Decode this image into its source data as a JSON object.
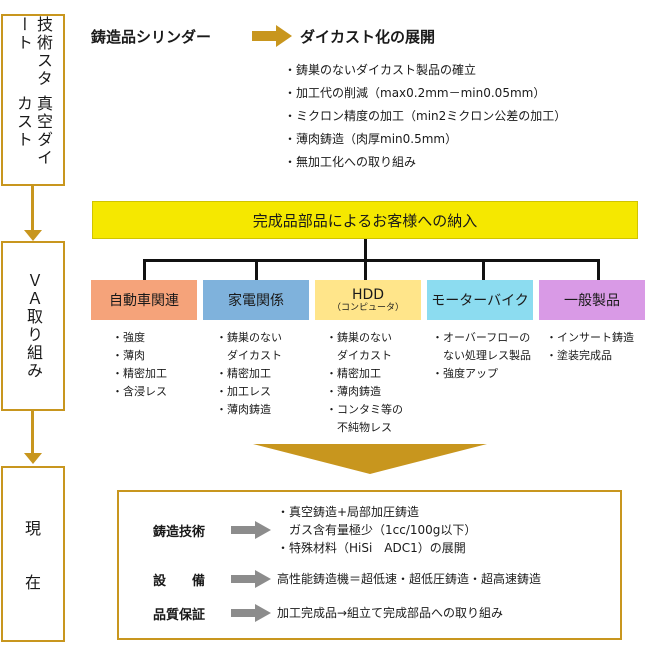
{
  "stages": [
    {
      "label_lines": [
        "真空ダイカスト",
        "技術スタート"
      ]
    },
    {
      "label": "ＶＡ取り組み"
    },
    {
      "label_lines": [
        "現",
        "在"
      ]
    }
  ],
  "transition": {
    "from": "鋳造品シリンダー",
    "to": "ダイカスト化の展開"
  },
  "early_points": [
    "・鋳巣のないダイカスト製品の確立",
    "・加工代の削減（max0.2mm－min0.05mm）",
    "・ミクロン精度の加工（min2ミクロン公差の加工）",
    "・薄肉鋳造（肉厚min0.5mm）",
    "・無加工化への取り組み"
  ],
  "banner": "完成品部品によるお客様への納入",
  "categories": [
    {
      "name": "自動車関連",
      "color": "#f5a37a",
      "items": [
        "・強度",
        "・薄肉",
        "・精密加工",
        "・含浸レス"
      ]
    },
    {
      "name": "家電関係",
      "color": "#7fb2dc",
      "items": [
        "・鋳巣のない",
        "　ダイカスト",
        "・精密加工",
        "・加工レス",
        "・薄肉鋳造"
      ]
    },
    {
      "name": "HDD",
      "sub": "（コンピュータ）",
      "color": "#ffe58a",
      "items": [
        "・鋳巣のない",
        "　ダイカスト",
        "・精密加工",
        "・薄肉鋳造",
        "・コンタミ等の",
        "　不純物レス"
      ]
    },
    {
      "name": "モーターバイク",
      "color": "#8cdcf0",
      "items": [
        "・オーバーフローの",
        "　ない処理レス製品",
        "・強度アップ"
      ]
    },
    {
      "name": "一般製品",
      "color": "#d99ae6",
      "items": [
        "・インサート鋳造",
        "・塗装完成品"
      ]
    }
  ],
  "current": {
    "rows": [
      {
        "label": "鋳造技術",
        "lines": [
          "・真空鋳造+局部加圧鋳造",
          "　ガス含有量極少（1cc/100g以下）",
          "・特殊材料（HiSi　ADC1）の展開"
        ]
      },
      {
        "label": "設　　備",
        "lines": [
          "高性能鋳造機＝超低速・超低圧鋳造・超高速鋳造"
        ]
      },
      {
        "label": "品質保証",
        "lines": [
          "加工完成品→組立て完成部品への取り組み"
        ]
      }
    ]
  },
  "colors": {
    "accent": "#c8961e",
    "banner": "#f5e800",
    "arrow_gray": "#8c8c8c"
  }
}
